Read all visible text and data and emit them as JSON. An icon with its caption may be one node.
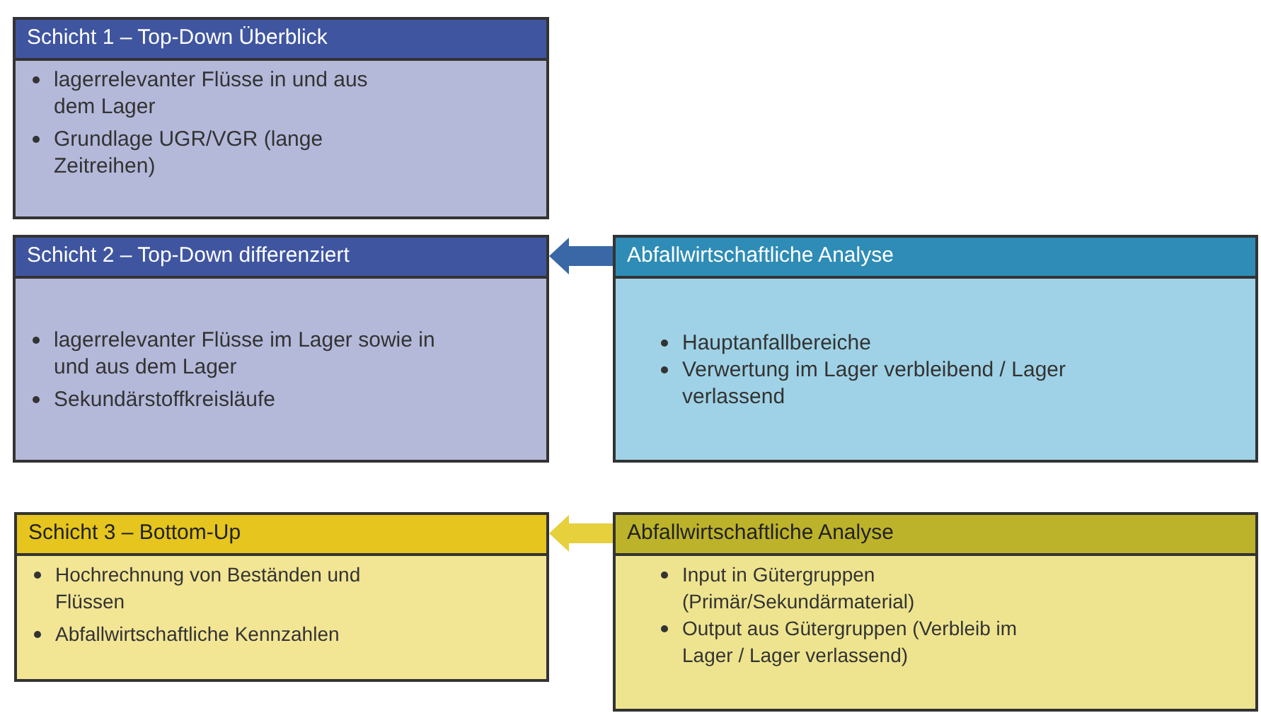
{
  "diagram": {
    "nodes": [
      {
        "text": [
          "Schicht 1 – Top-Down Überblick",
          "lagerrelevanter Flüsse in und aus dem Lager",
          "Grundlage UGR/VGR (lange Zeitreihen)"
        ]
      },
      {
        "text": [
          "Schicht 2 – Top-Down differenziert",
          "lagerrelevanter Flüsse im Lager sowie in und aus dem Lager",
          "Sekundärstoffkreisläufe"
        ]
      },
      {
        "text": [
          "Abfallwirtschaftliche Analyse",
          "Hauptanfallbereiche",
          "Verwertung im Lager verbleibend / Lager verlassend"
        ]
      },
      {
        "text": [
          "Schicht 3 – Bottom-Up",
          "Hochrechnung von Beständen und Flüssen",
          "Abfallwirtschaftliche Kennzahlen"
        ]
      },
      {
        "text": [
          "Abfallwirtschaftliche Analyse",
          "Input in Gütergruppen (Primär/Sekundärmaterial)",
          "Output aus Gütergruppen (Verbleib im Lager / Lager verlassend)"
        ]
      }
    ],
    "edges": [
      {
        "from": 2,
        "to": 1,
        "arrow": "to",
        "color": "#3a68a6"
      },
      {
        "from": 4,
        "to": 3,
        "arrow": "to",
        "color": "#e6d03c"
      }
    ]
  }
}
